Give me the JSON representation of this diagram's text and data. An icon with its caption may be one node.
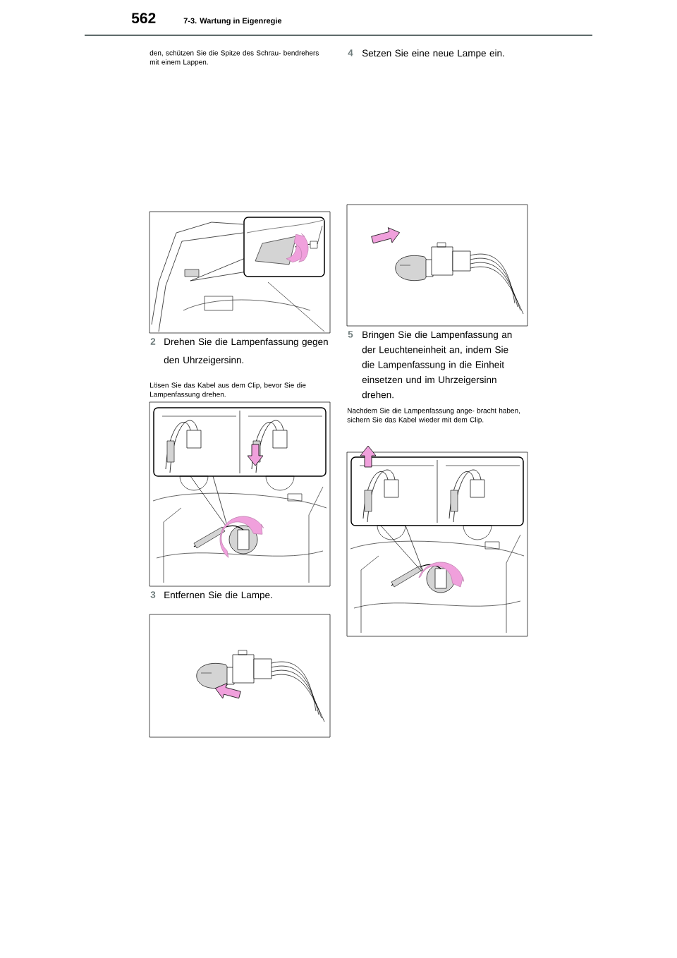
{
  "diagram": {
    "title": "7-3. Wartung in Eigenregie",
    "labels": [
      "562",
      "den, schützen Sie die Spitze des Schrau- bendrehers mit einem Lappen.",
      "2",
      "Drehen Sie die Lampenfassung gegen den Uhrzeigersinn.",
      "Lösen Sie das Kabel aus dem Clip, bevor Sie die Lampenfassung drehen.",
      "3",
      "Entfernen Sie die Lampe.",
      "4",
      "Setzen Sie eine neue Lampe ein.",
      "5",
      "Bringen Sie die Lampenfassung an der Leuchteneinheit an, indem Sie die Lampenfassung in die Einheit einsetzen und im Uhrzeigersinn drehen.",
      "Nachdem Sie die Lampenfassung ange- bracht haben, sichern Sie das Kabel wieder mit dem Clip."
    ]
  }
}
